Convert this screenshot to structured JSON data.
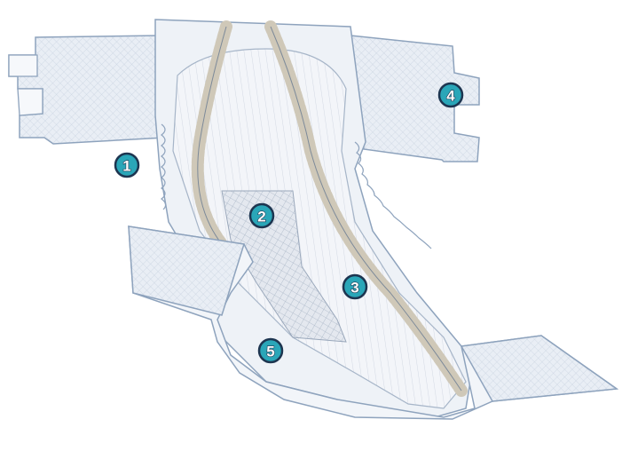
{
  "colors": {
    "outline": "#8ea3bd",
    "fill_light": "#eef2f7",
    "fill_mid": "#dde4ee",
    "core": "#d9d5cc",
    "marker_fill": "#2aa6b8",
    "marker_border": "#1d3550"
  },
  "markers": [
    {
      "label": "1"
    },
    {
      "label": "2"
    },
    {
      "label": "3"
    },
    {
      "label": "4"
    },
    {
      "label": "5"
    }
  ]
}
